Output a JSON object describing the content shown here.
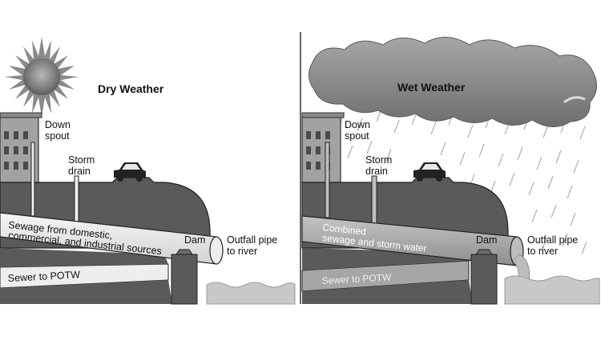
{
  "dry": {
    "title": "Dry Weather",
    "downspout_line1": "Down",
    "downspout_line2": "spout",
    "storm_drain_line1": "Storm",
    "storm_drain_line2": "drain",
    "sewage_line1": "Sewage from domestic,",
    "sewage_line2": "commercial, and industrial sources",
    "dam": "Dam",
    "outfall_line1": "Outfall pipe",
    "outfall_line2": "to river",
    "sewer": "Sewer to POTW"
  },
  "wet": {
    "title": "Wet Weather",
    "downspout_line1": "Down",
    "downspout_line2": "spout",
    "storm_drain_line1": "Storm",
    "storm_drain_line2": "drain",
    "combined_line1": "Combined",
    "combined_line2": "sewage and storm water",
    "dam": "Dam",
    "outfall_line1": "Outfall pipe",
    "outfall_line2": "to river",
    "sewer": "Sewer to POTW"
  },
  "colors": {
    "ground": "#5a5a5a",
    "building": "#9a9a9a",
    "pipe_fill": "#eeeeee",
    "pipe_outline": "#222222",
    "sun": "#8a8a8a",
    "cloud": "#8c8c8c",
    "rain": "#b0b0b0",
    "river": "#c8c8c8"
  }
}
